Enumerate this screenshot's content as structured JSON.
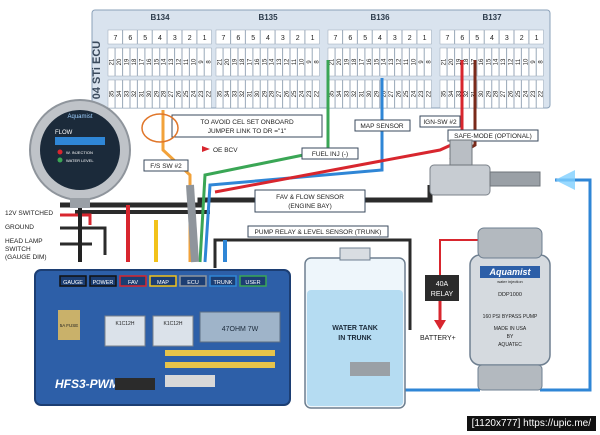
{
  "ecu": {
    "title": "04 STi ECU",
    "connectors": [
      {
        "label": "B134",
        "top": [
          "7",
          "6",
          "5",
          "4",
          "3",
          "2",
          "1"
        ],
        "mid": [
          "21",
          "20",
          "19",
          "18",
          "17",
          "16",
          "15",
          "14",
          "13",
          "12",
          "11",
          "10",
          "9",
          "8"
        ],
        "bot": [
          "35",
          "34",
          "33",
          "32",
          "31",
          "30",
          "29",
          "28",
          "27",
          "26",
          "25",
          "24",
          "23",
          "22"
        ]
      },
      {
        "label": "B135",
        "top": [
          "7",
          "6",
          "5",
          "4",
          "3",
          "2",
          "1"
        ],
        "mid": [
          "21",
          "20",
          "19",
          "18",
          "17",
          "16",
          "15",
          "14",
          "13",
          "12",
          "11",
          "10",
          "9",
          "8"
        ],
        "bot": [
          "35",
          "34",
          "33",
          "32",
          "31",
          "30",
          "29",
          "28",
          "27",
          "26",
          "25",
          "24",
          "23",
          "22"
        ]
      },
      {
        "label": "B136",
        "top": [
          "7",
          "6",
          "5",
          "4",
          "3",
          "2",
          "1"
        ],
        "mid": [
          "21",
          "20",
          "19",
          "18",
          "17",
          "16",
          "15",
          "14",
          "13",
          "12",
          "11",
          "10",
          "9",
          "8"
        ],
        "bot": [
          "35",
          "34",
          "33",
          "32",
          "31",
          "30",
          "29",
          "28",
          "27",
          "26",
          "25",
          "24",
          "23",
          "22"
        ]
      },
      {
        "label": "B137",
        "top": [
          "7",
          "6",
          "5",
          "4",
          "3",
          "2",
          "1"
        ],
        "mid": [
          "21",
          "20",
          "19",
          "18",
          "17",
          "16",
          "15",
          "14",
          "13",
          "12",
          "11",
          "10",
          "9",
          "8"
        ],
        "bot": [
          "35",
          "34",
          "33",
          "32",
          "31",
          "30",
          "29",
          "28",
          "27",
          "26",
          "25",
          "24",
          "23",
          "22"
        ]
      }
    ]
  },
  "callouts": {
    "cel_note": "TO AVOID CEL SET ONBOARD JUMPER LINK TO DR =\"1\"",
    "oe_bcv": "OE BCV",
    "fs_sw2": "F/S SW #2",
    "fuel_inj": "FUEL INJ (-)",
    "map_sensor": "MAP SENSOR",
    "ign_sw2": "IGN-SW #2",
    "safe_mode": "SAFE-MODE (OPTIONAL)",
    "fav_flow": "FAV & FLOW SENSOR",
    "engine_bay": "(ENGINE BAY)",
    "pump_relay": "PUMP RELAY & LEVEL SENSOR (TRUNK)",
    "switched_12v": "12V SWITCHED",
    "ground": "GROUND",
    "head_lamp_1": "HEAD LAMP",
    "head_lamp_2": "SWITCH",
    "head_lamp_3": "(GAUGE DIM)"
  },
  "gauge": {
    "brand": "Aquamist",
    "flow": "FLOW",
    "w_injection": "W. INJECTION",
    "water_level": "WATER LEVEL"
  },
  "controller": {
    "name": "HFS3-PWM",
    "port_labels": [
      "GAUGE",
      "POWER",
      "FAV",
      "MAP",
      "ECU",
      "TRUNK",
      "USER"
    ],
    "chip1": "K1C12H",
    "chip2": "K1C12H",
    "fuse": "5A FUSE",
    "resistor": "47OHM 7W"
  },
  "tank": {
    "line1": "WATER TANK",
    "line2": "IN TRUNK"
  },
  "relay": {
    "line1": "40A",
    "line2": "RELAY"
  },
  "battery": "BATTERY+",
  "pump": {
    "brand": "Aquamist",
    "tagline": "water injection",
    "model": "DDP1000",
    "bypass": "160 PSI BYPASS PUMP",
    "made": "MADE IN USA",
    "by": "BY",
    "maker": "AQUATEC"
  },
  "watermark": "[1120x777] https://upic.me/",
  "colors": {
    "ecu_bg": "#d9e3ee",
    "board": "#2d5fa8",
    "wire_red": "#d8262e",
    "wire_yellow": "#f2c21a",
    "wire_blue": "#2f86d6",
    "wire_green": "#3aa655",
    "water": "#b5dcf2"
  }
}
